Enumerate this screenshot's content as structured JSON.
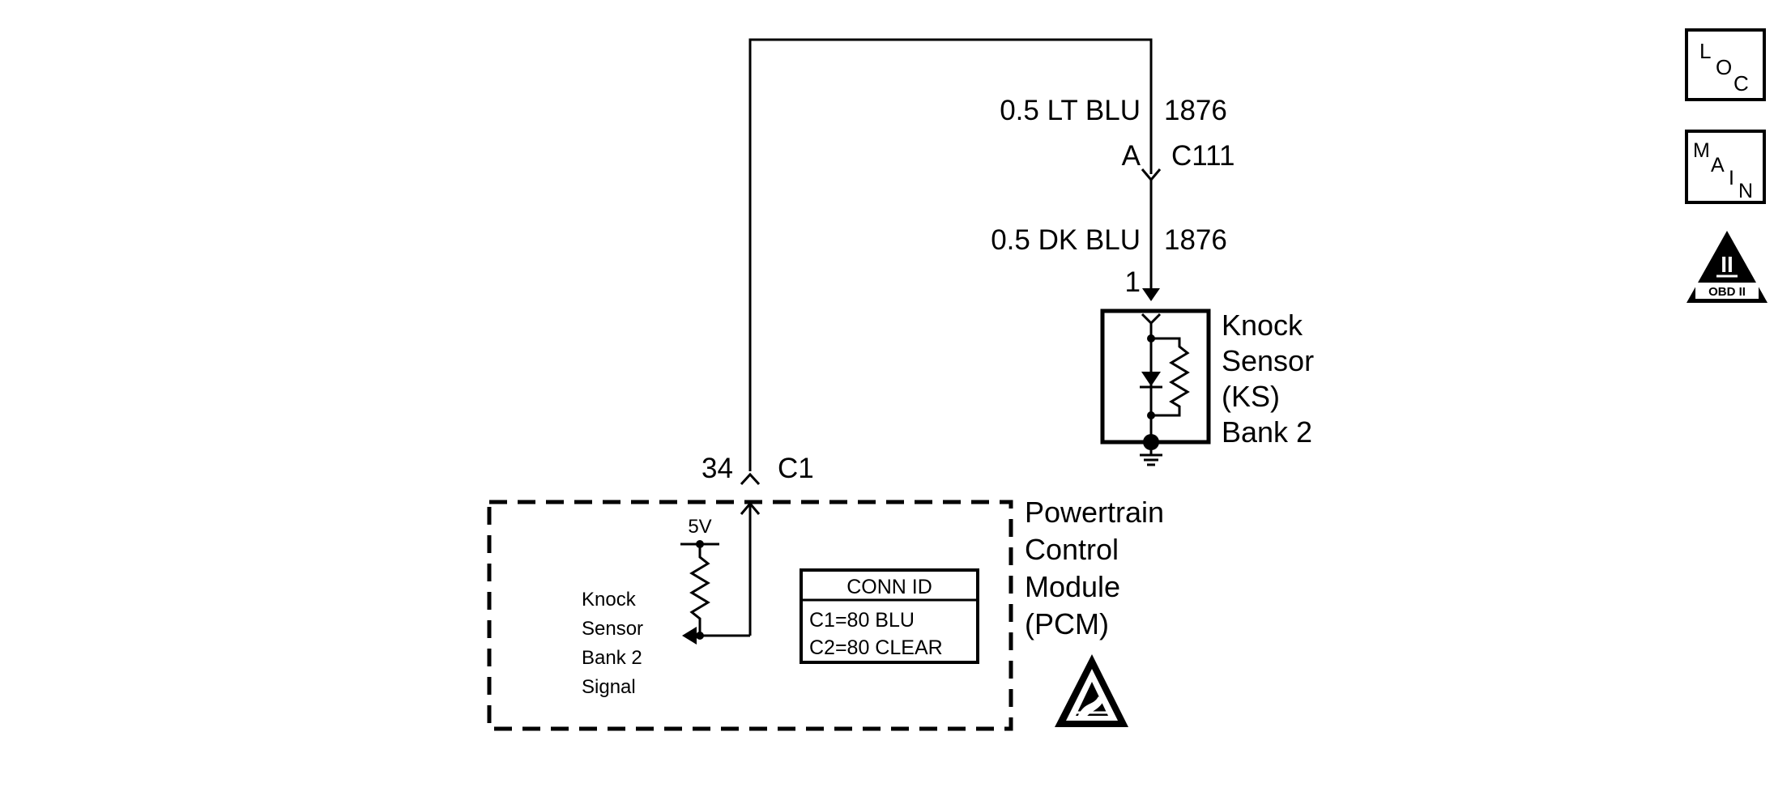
{
  "wires": {
    "upper": {
      "size_color": "0.5 LT BLU",
      "circuit": "1876"
    },
    "lower": {
      "size_color": "0.5 DK BLU",
      "circuit": "1876"
    }
  },
  "connector_c111": {
    "pin": "A",
    "name": "C111"
  },
  "knock_sensor": {
    "pin": "1",
    "label_lines": [
      "Knock",
      "Sensor",
      "(KS)",
      "Bank 2"
    ]
  },
  "pcm_connector": {
    "pin": "34",
    "name": "C1"
  },
  "pcm": {
    "label_lines": [
      "Powertrain",
      "Control",
      "Module",
      "(PCM)"
    ],
    "supply_voltage": "5V",
    "signal_label_lines": [
      "Knock",
      "Sensor",
      "Bank 2",
      "Signal"
    ]
  },
  "conn_id": {
    "title": "CONN ID",
    "lines": [
      "C1=80 BLU",
      "C2=80 CLEAR"
    ]
  },
  "nav_buttons": {
    "loc": {
      "letters": [
        "L",
        "O",
        "C"
      ]
    },
    "main": {
      "letters": [
        "M",
        "A",
        "I",
        "N"
      ]
    },
    "obd": {
      "numeral": "II",
      "caption": "OBD II"
    }
  }
}
